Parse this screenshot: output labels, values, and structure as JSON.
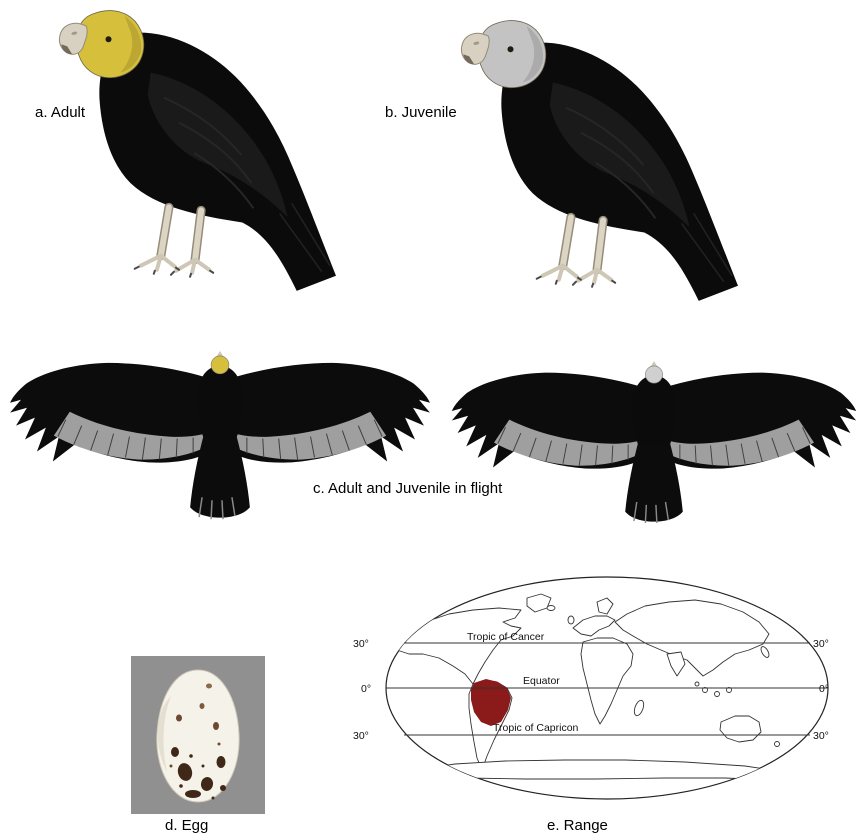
{
  "captions": {
    "a": "a. Adult",
    "b": "b. Juvenile",
    "c": "c. Adult and Juvenile in flight",
    "d": "d. Egg",
    "e": "e. Range"
  },
  "map": {
    "labels": {
      "cancer": "Tropic of Cancer",
      "equator": "Equator",
      "capricorn": "Tropic of Capricon"
    },
    "ticks": {
      "left_30n": "30°",
      "left_0": "0°",
      "left_30s": "30°",
      "right_30n": "30°",
      "right_0": "0°",
      "right_30s": "30°"
    },
    "range_color": "#8b1a1a"
  },
  "colors": {
    "adult_head": "#d6bf3a",
    "juvenile_head": "#c3c3c3",
    "flying_juvenile_head": "#d0d0d0",
    "plumage": "#0b0b0b",
    "flight_feathers": "#a8a8a8",
    "egg_background": "#909090",
    "egg_shell": "#f5f2e9"
  }
}
